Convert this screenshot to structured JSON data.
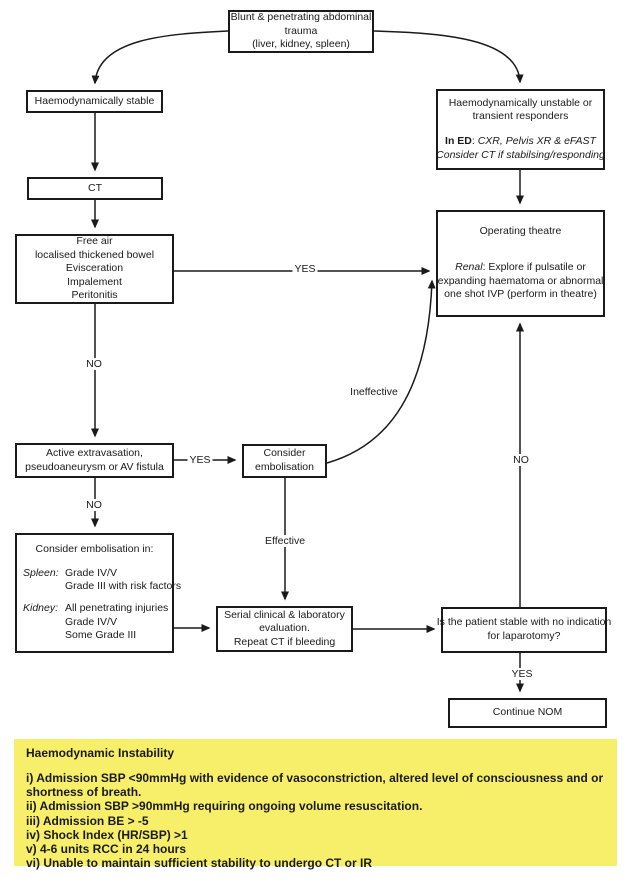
{
  "nodes": {
    "trauma": {
      "l1": "Blunt & penetrating abdominal",
      "l2": "trauma",
      "l3": "(liver, kidney, spleen)"
    },
    "stable": {
      "l1": "Haemodynamically stable"
    },
    "ct": {
      "l1": "CT"
    },
    "free_air": {
      "l1": "Free air",
      "l2": "localised thickened bowel",
      "l3": "Evisceration",
      "l4": "Impalement",
      "l5": "Peritonitis"
    },
    "unstable": {
      "l1": "Haemodynamically unstable or",
      "l2": "transient responders",
      "ed_bold": "In ED",
      "ed_sep": ": ",
      "ed_italic": "CXR, Pelvis XR & eFAST",
      "consider_italic": "Consider CT if stabilsing/responding"
    },
    "theatre": {
      "l1": "Operating theatre",
      "renal_italic": "Renal",
      "renal_rest": ": Explore if pulsatile or",
      "l3": "expanding haematoma or abnormal",
      "l4": "one shot IVP (perform in theatre)"
    },
    "active_ex": {
      "l1": "Active extravasation,",
      "l2": "pseudoaneurysm or AV fistula"
    },
    "embolisation": {
      "l1": "Consider",
      "l2": "embolisation"
    },
    "embolisation_in": {
      "title": "Consider embolisation in:",
      "spleen_label": "Spleen:",
      "spleen_1": "Grade IV/V",
      "spleen_2": "Grade III with risk factors",
      "kidney_label": "Kidney:",
      "kidney_1": "All penetrating injuries",
      "kidney_2": "Grade IV/V",
      "kidney_3": "Some Grade III"
    },
    "serial": {
      "l1": "Serial clinical & laboratory",
      "l2": "evaluation.",
      "l3": "Repeat CT if bleeding"
    },
    "stable_q": {
      "l1": "Is the patient stable with no indication",
      "l2": "for laparotomy?"
    },
    "nom": {
      "l1": "Continue NOM"
    }
  },
  "edge_labels": {
    "yes_top": "YES",
    "no_free_air": "NO",
    "yes_embolisation": "YES",
    "no_active_ex": "NO",
    "effective": "Effective",
    "ineffective": "Ineffective",
    "no_laparotomy": "NO",
    "yes_laparotomy": "YES"
  },
  "note": {
    "title": "Haemodynamic Instability",
    "items": [
      "i) Admission SBP <90mmHg with evidence of vasoconstriction, altered level of consciousness and or shortness of  breath.",
      "ii) Admission SBP >90mmHg requiring ongoing volume resuscitation.",
      "iii) Admission BE > -5",
      "iv) Shock Index (HR/SBP) >1",
      "v) 4-6 units RCC in 24 hours",
      "vi) Unable to maintain sufficient stability to undergo CT or IR"
    ],
    "bg_color": "#F7EE6A"
  }
}
